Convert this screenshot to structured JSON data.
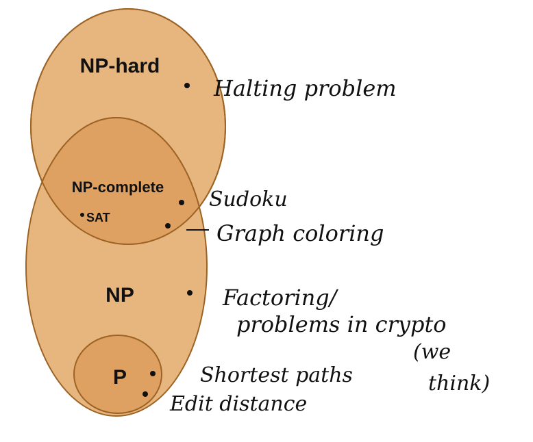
{
  "colors": {
    "ellipse_fill_light": "#E7B67F",
    "ellipse_fill_dark": "#DFA162",
    "ellipse_stroke": "#9C6324",
    "ink": "#111111"
  },
  "sets": {
    "np_hard": "NP-hard",
    "np_complete": "NP-complete",
    "np": "NP",
    "p": "P"
  },
  "points": {
    "sat": "SAT"
  },
  "annotations": {
    "halting": "Halting problem",
    "sudoku": "Sudoku",
    "graph_coloring": "Graph coloring",
    "factoring_line1": "Factoring/",
    "factoring_line2": "problems in crypto",
    "we_think_line1": "(we",
    "we_think_line2": "think)",
    "shortest_paths": "Shortest paths",
    "edit_distance": "Edit distance"
  }
}
